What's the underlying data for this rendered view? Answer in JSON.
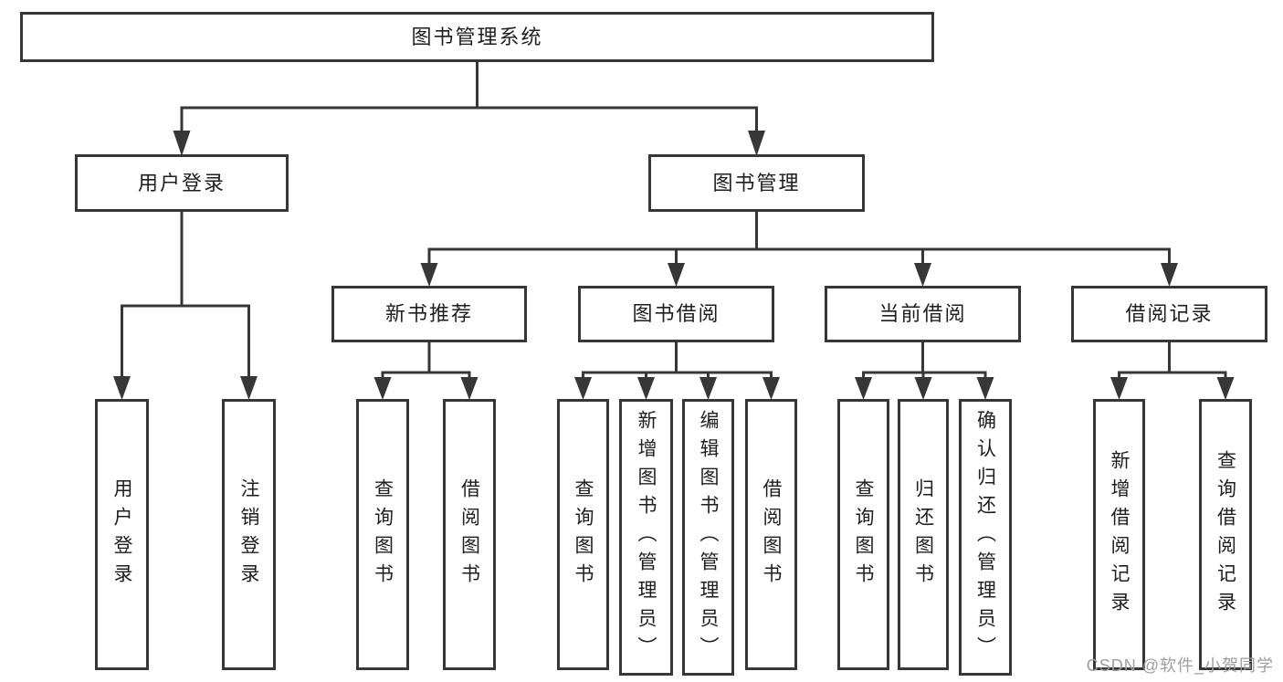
{
  "colors": {
    "line": "#373737",
    "box_border": "#373737",
    "box_background": "#ffffff",
    "text": "#1e1e1e",
    "watermark": "#9e9e9e"
  },
  "tree": {
    "root": {
      "label": "图书管理系统"
    },
    "branches": [
      {
        "label": "用户登录",
        "children": [
          {
            "label": "用户登录"
          },
          {
            "label": "注销登录"
          }
        ]
      },
      {
        "label": "图书管理",
        "children": [
          {
            "label": "新书推荐",
            "children": [
              {
                "label": "查询图书"
              },
              {
                "label": "借阅图书"
              }
            ]
          },
          {
            "label": "图书借阅",
            "children": [
              {
                "label": "查询图书"
              },
              {
                "label": "新增图书（管理员）"
              },
              {
                "label": "编辑图书（管理员）"
              },
              {
                "label": "借阅图书"
              }
            ]
          },
          {
            "label": "当前借阅",
            "children": [
              {
                "label": "查询图书"
              },
              {
                "label": "归还图书"
              },
              {
                "label": "确认归还（管理员）"
              }
            ]
          },
          {
            "label": "借阅记录",
            "children": [
              {
                "label": "新增借阅记录"
              },
              {
                "label": "查询借阅记录"
              }
            ]
          }
        ]
      }
    ]
  },
  "watermark": {
    "text": "CSDN @软件_小贺同学"
  }
}
